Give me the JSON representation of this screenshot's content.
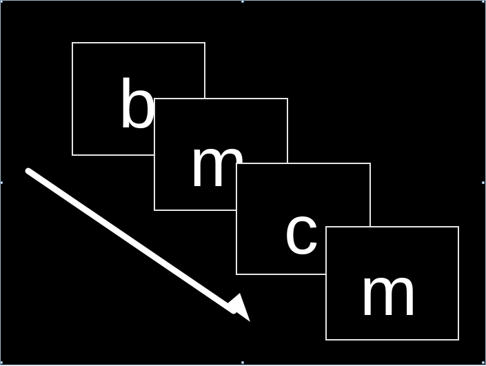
{
  "diagram": {
    "background": "#000000",
    "card_border_color": "#e6e6e6",
    "letter_color": "#ffffff",
    "arrow_color": "#ffffff",
    "cards": [
      {
        "letter": "b"
      },
      {
        "letter": "m"
      },
      {
        "letter": "c"
      },
      {
        "letter": "m"
      }
    ]
  }
}
